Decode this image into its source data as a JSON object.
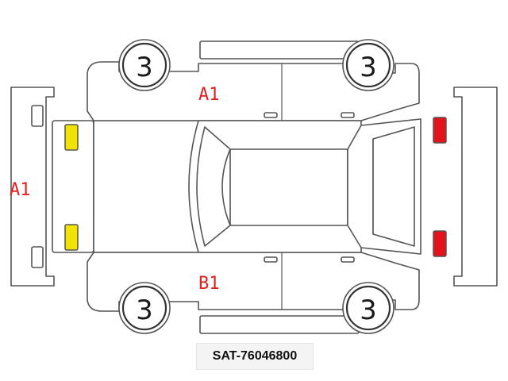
{
  "colors": {
    "outline": "#555555",
    "damage_text": "#e0211d",
    "front_lamp": "#f2e400",
    "rear_lamp": "#e3121b"
  },
  "wheels": [
    "3",
    "3",
    "3",
    "3"
  ],
  "damage_marks": {
    "front": "A1",
    "roof_left": "A1",
    "roof_right": "B1"
  },
  "code": "SAT-76046800"
}
